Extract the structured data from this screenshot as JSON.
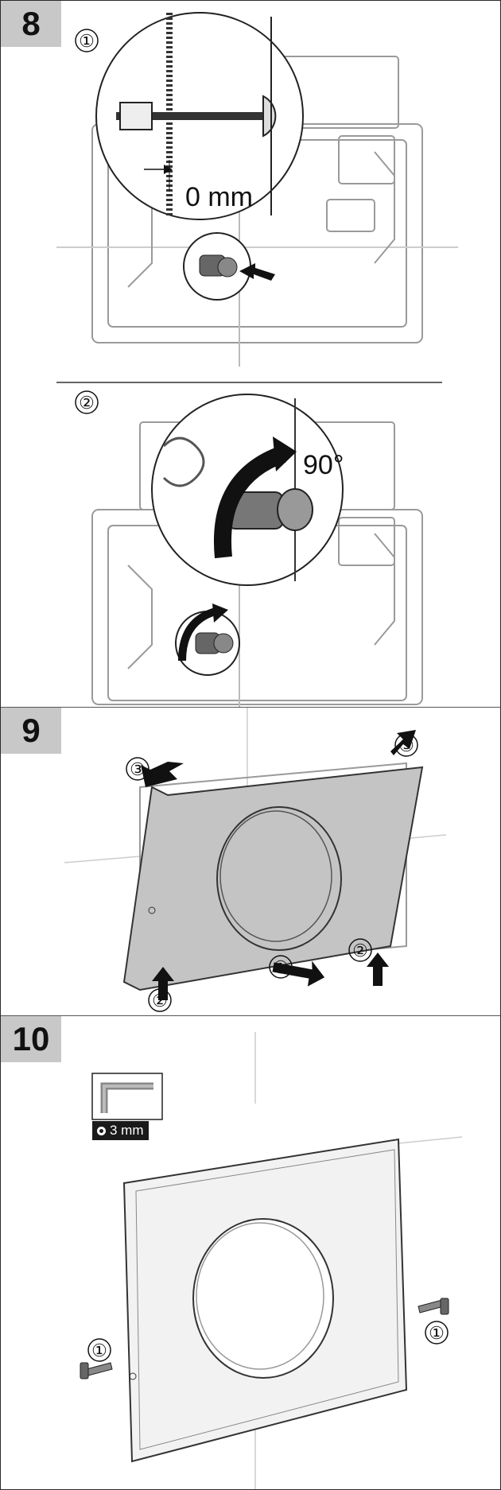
{
  "steps": [
    {
      "number": "8",
      "sub_steps": [
        {
          "marker": "①",
          "measure": "0 mm"
        },
        {
          "marker": "②",
          "angle": "90°"
        }
      ]
    },
    {
      "number": "9",
      "markers": [
        "③",
        "③",
        "①",
        "②",
        "②"
      ]
    },
    {
      "number": "10",
      "tool": {
        "icon": "hex-key-icon",
        "size": "3 mm"
      },
      "markers": [
        "①",
        "①"
      ]
    }
  ],
  "colors": {
    "step_badge": "#c8c8c8",
    "line": "#222222",
    "plate": "#c4c4c4",
    "arrow": "#111111"
  }
}
